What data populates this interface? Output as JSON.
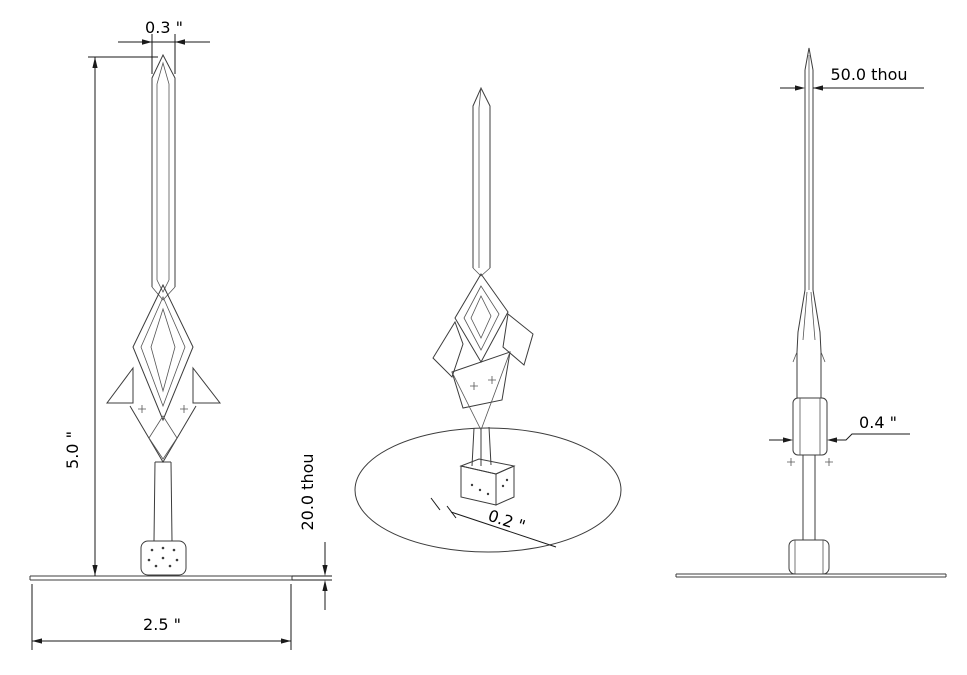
{
  "dims": {
    "front_blade_width": "0.3 \"",
    "front_height": "5.0 \"",
    "front_plate_thickness": "20.0 thou",
    "front_base_width": "2.5 \"",
    "iso_peg_width": "0.2 \"",
    "side_blade_thickness": "50.0 thou",
    "side_hilt_width": "0.4 \""
  }
}
